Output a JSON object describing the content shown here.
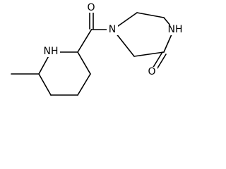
{
  "molecule": {
    "atoms": {
      "carbonyl_oxygen": "O",
      "piperazine_n4": "N",
      "piperazine_nh": "NH",
      "lactam_oxygen": "O",
      "piperidine_nh": "NH"
    },
    "colors": {
      "bond": "#000000",
      "label": "#000000",
      "background": "#ffffff"
    }
  }
}
